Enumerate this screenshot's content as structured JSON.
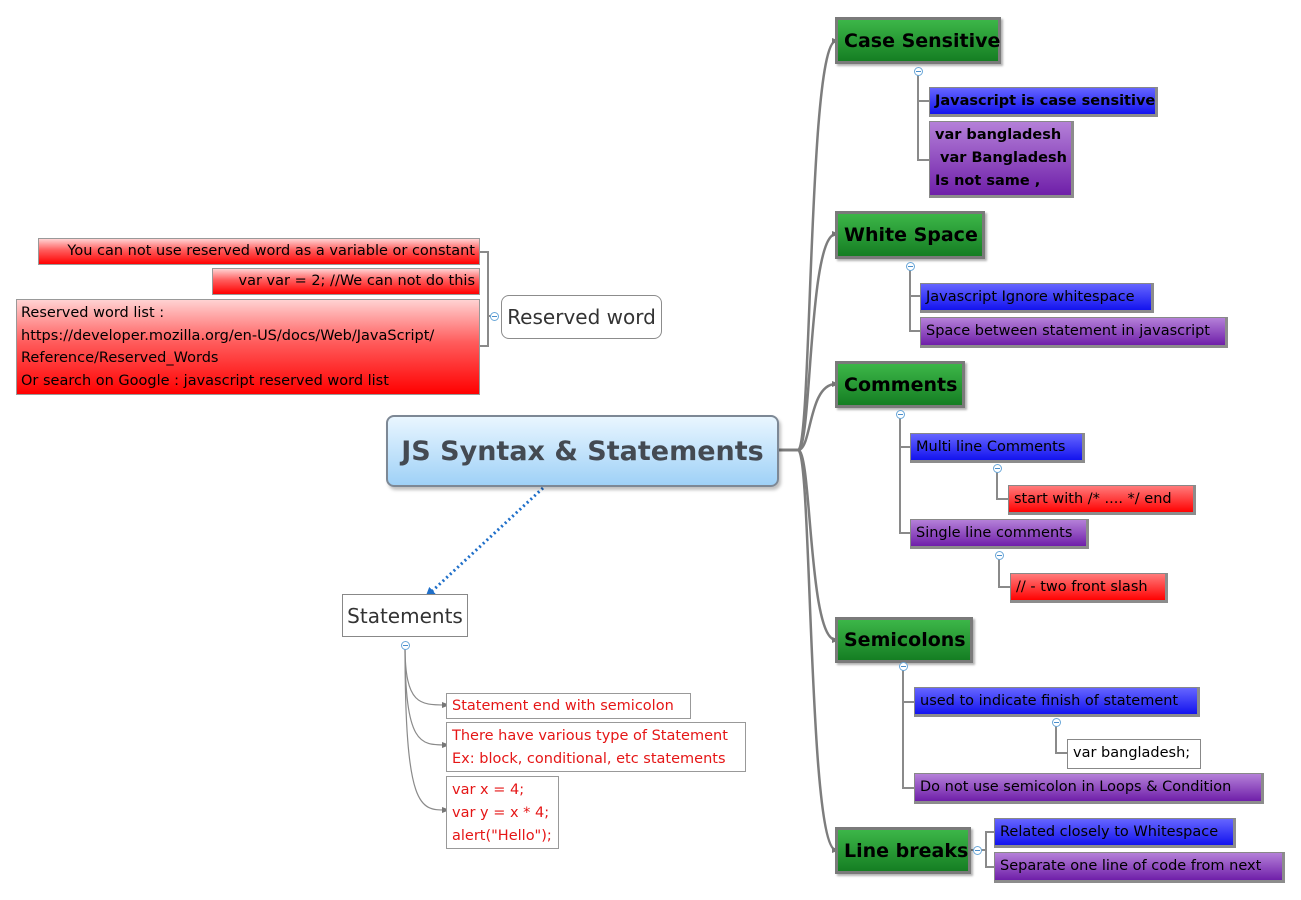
{
  "central": "JS Syntax & Statements",
  "reserved": {
    "title": "Reserved word",
    "items": [
      "You can not use reserved word as a variable or constant",
      "var var = 2;  //We can not do this",
      "Reserved word list :\nhttps://developer.mozilla.org/en-US/docs/Web/JavaScript/\nReference/Reserved_Words\nOr search on Google : javascript reserved word list"
    ]
  },
  "statements": {
    "title": "Statements",
    "items": [
      "Statement end with semicolon",
      "There have various type of Statement\nEx: block, conditional, etc statements",
      "var x = 4;\nvar y = x * 4;\nalert(\"Hello\");"
    ]
  },
  "case_sensitive": {
    "title": "Case Sensitive",
    "items": [
      "Javascript is case sensitive",
      "var bangladesh\n var Bangladesh\nIs not same ,"
    ]
  },
  "white_space": {
    "title": "White Space",
    "items": [
      "Javascript Ignore whitespace",
      "Space between statement in javascript"
    ]
  },
  "comments": {
    "title": "Comments",
    "multi": "Multi line Comments",
    "multi_detail": "start with /*  .... */ end",
    "single": "Single line comments",
    "single_detail": "// - two front slash"
  },
  "semicolons": {
    "title": "Semicolons",
    "item1": "used to indicate finish of statement",
    "item1_detail": "var bangladesh;",
    "item2": "Do not use semicolon in Loops & Condition"
  },
  "line_breaks": {
    "title": "Line breaks",
    "items": [
      "Related closely to Whitespace",
      "Separate one line of code from next"
    ]
  },
  "colors": {
    "topic_green": "#1f9a2e",
    "blue": "#2323f0",
    "purple": "#7a2db3",
    "red": "#ff0a0a",
    "central_blue": "#b9dff9",
    "statement_text_red": "#e51616",
    "dotted_arrow": "#1f6fc9"
  }
}
